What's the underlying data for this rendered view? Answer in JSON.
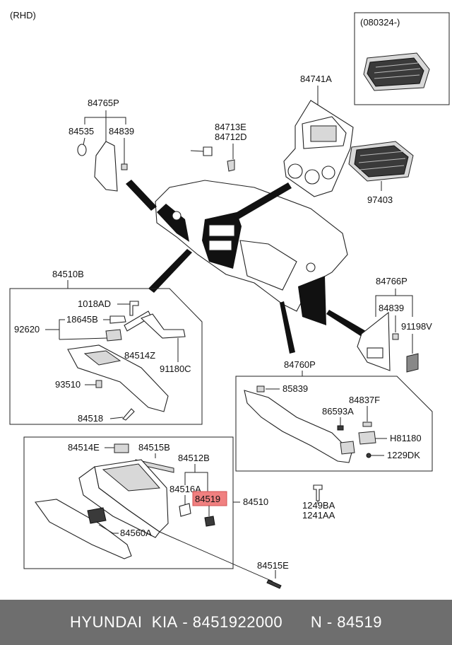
{
  "variant_label": "(RHD)",
  "date_note": "(080324-)",
  "parts": {
    "p84741A": "84741A",
    "p97403": "97403",
    "p84765P": "84765P",
    "p84535": "84535",
    "p84839_top": "84839",
    "p84713E": "84713E",
    "p84712D": "84712D",
    "p84510B": "84510B",
    "p1018AD": "1018AD",
    "p18645B": "18645B",
    "p92620": "92620",
    "p84514Z": "84514Z",
    "p91180C": "91180C",
    "p93510": "93510",
    "p84518": "84518",
    "p84766P": "84766P",
    "p84839_right": "84839",
    "p91198V": "91198V",
    "p84760P": "84760P",
    "p85839": "85839",
    "p84837F": "84837F",
    "p86593A": "86593A",
    "pH81180": "H81180",
    "p1229DK": "1229DK",
    "p1249BA": "1249BA",
    "p1241AA": "1241AA",
    "p84514E": "84514E",
    "p84515B": "84515B",
    "p84512B": "84512B",
    "p84516A": "84516A",
    "p84519": "84519",
    "p84510": "84510",
    "p84560A": "84560A",
    "p84515E": "84515E"
  },
  "highlight_color": "#f08080",
  "footer": {
    "brand": "HYUNDAI  KIA",
    "part_number": "8451922000",
    "code": "N - 84519"
  }
}
